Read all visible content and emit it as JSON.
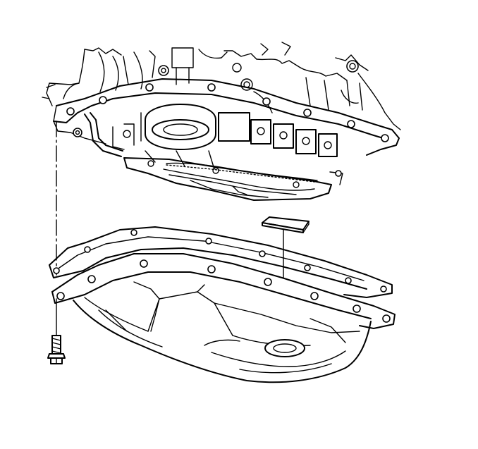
{
  "diagram": {
    "parts": [
      {
        "id": "transmission-case",
        "icon": "transmission-case-icon"
      },
      {
        "id": "valve-body",
        "icon": "valve-body-icon"
      },
      {
        "id": "oil-pan-gasket",
        "icon": "gasket-icon"
      },
      {
        "id": "oil-pan",
        "icon": "oil-pan-icon"
      },
      {
        "id": "pan-bolt",
        "icon": "bolt-icon"
      },
      {
        "id": "magnet",
        "icon": "magnet-icon"
      }
    ],
    "colors": {
      "line": "#000000",
      "background": "#ffffff"
    }
  }
}
